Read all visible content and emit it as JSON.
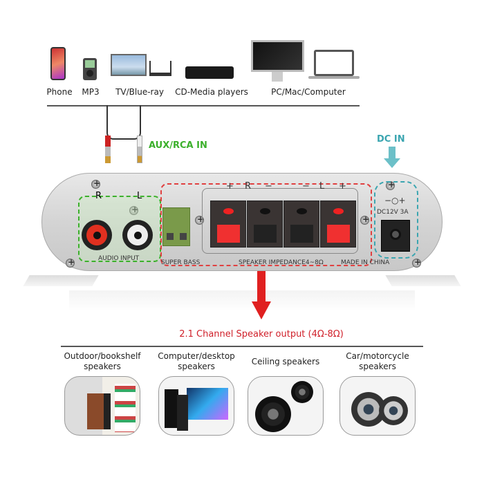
{
  "sources": [
    {
      "label": "Phone",
      "icon": "phone-icon"
    },
    {
      "label": "MP3",
      "icon": "mp3-player-icon"
    },
    {
      "label": "TV/Blue-ray",
      "icon": "tv-router-icon"
    },
    {
      "label": "CD-Media players",
      "icon": "cd-player-icon"
    },
    {
      "label": "PC/Mac/Computer",
      "icon": "computer-icon"
    }
  ],
  "aux_label": "AUX/RCA IN",
  "dc_label": "DC IN",
  "panel": {
    "audio_r": "R",
    "audio_l": "L",
    "audio_input": "AUDIO INPUT",
    "super_bass": "SUPER BASS",
    "terminal_labels": [
      "+",
      "R",
      "−",
      "−",
      "L",
      "+"
    ],
    "impedance": "SPEAKER IMPEDANCE4~8Ω",
    "made_in": "MADE IN CHINA",
    "dc_symbol": "−○+",
    "dc_rating": "DC12V 3A"
  },
  "output_title": "2.1 Channel Speaker output (4Ω-8Ω)",
  "speakers": [
    {
      "line1": "Outdoor/bookshelf",
      "line2": "speakers"
    },
    {
      "line1": "Computer/desktop",
      "line2": "speakers"
    },
    {
      "line1": "Ceiling speakers",
      "line2": ""
    },
    {
      "line1": "Car/motorcycle",
      "line2": "speakers"
    }
  ],
  "colors": {
    "green": "#3cb02c",
    "teal": "#3aa5b0",
    "red": "#e02020",
    "title_red": "#d0202a"
  }
}
